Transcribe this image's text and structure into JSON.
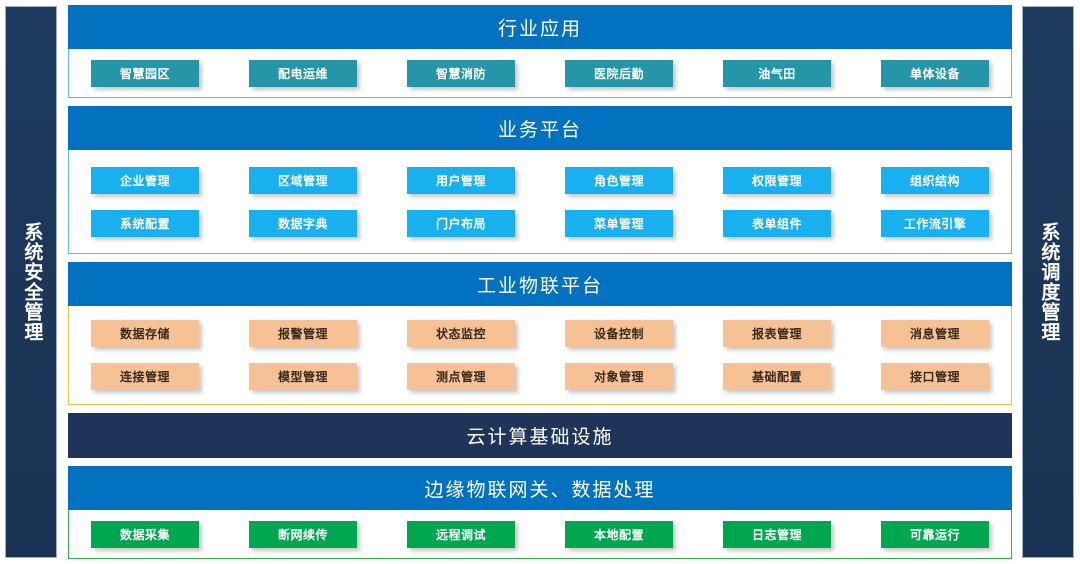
{
  "colors": {
    "navy": "#1e3458",
    "blue_band": "#0272c0",
    "teal_chip": "#2596a8",
    "cyan_chip": "#18b0ef",
    "peach_chip": "#f7c196",
    "green_chip": "#00a650",
    "border_cyan": "#4fc3dd",
    "border_gold": "#f5c142",
    "border_green": "#2bb34a"
  },
  "left_pillar": {
    "label": "系统安全管理"
  },
  "right_pillar": {
    "label": "系统调度管理"
  },
  "sections": [
    {
      "title": "行业应用",
      "rows": [
        [
          "智慧园区",
          "配电运维",
          "智慧消防",
          "医院后勤",
          "油气田",
          "单体设备"
        ]
      ]
    },
    {
      "title": "业务平台",
      "rows": [
        [
          "企业管理",
          "区域管理",
          "用户管理",
          "角色管理",
          "权限管理",
          "组织结构"
        ],
        [
          "系统配置",
          "数据字典",
          "门户布局",
          "菜单管理",
          "表单组件",
          "工作流引擎"
        ]
      ]
    },
    {
      "title": "工业物联平台",
      "rows": [
        [
          "数据存储",
          "报警管理",
          "状态监控",
          "设备控制",
          "报表管理",
          "消息管理"
        ],
        [
          "连接管理",
          "模型管理",
          "测点管理",
          "对象管理",
          "基础配置",
          "接口管理"
        ]
      ]
    },
    {
      "title": "云计算基础设施",
      "rows": []
    },
    {
      "title": "边缘物联网关、数据处理",
      "rows": [
        [
          "数据采集",
          "断网续传",
          "远程调试",
          "本地配置",
          "日志管理",
          "可靠运行"
        ]
      ]
    }
  ]
}
